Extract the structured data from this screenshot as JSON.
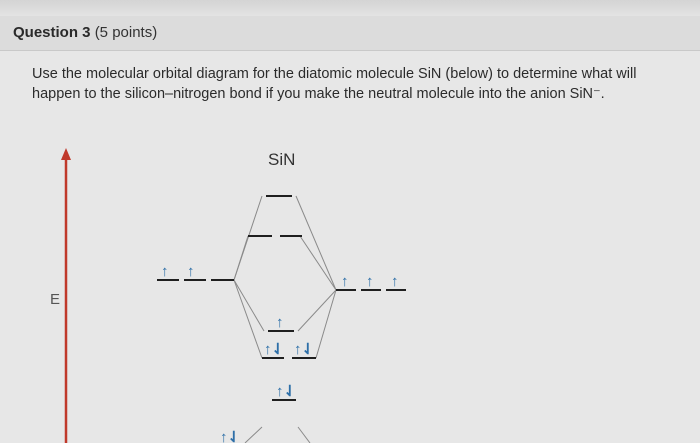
{
  "question": {
    "title": "Question 3",
    "points": "(5 points)",
    "prompt": "Use the molecular orbital diagram for the diatomic molecule SiN (below) to determine what will happen to the silicon–nitrogen bond if you make the neutral molecule into the anion SiN⁻."
  },
  "diagram": {
    "molecule_label": "SiN",
    "energy_axis_label": "E",
    "arrow_color": "#2e6fa8",
    "axis_color": "#c0392b",
    "silicon_2p_electrons": [
      "↑",
      "↑"
    ],
    "nitrogen_2p_electrons": [
      "↑",
      "↑",
      "↑"
    ],
    "sigma_2p_electrons": [
      "↑"
    ],
    "pi_2p_electrons": [
      "↑⇃",
      "↑⇃"
    ],
    "sigma_star_2s_electrons": [
      "↑⇃"
    ],
    "silicon_2s_electrons": [
      "↑⇃"
    ]
  }
}
